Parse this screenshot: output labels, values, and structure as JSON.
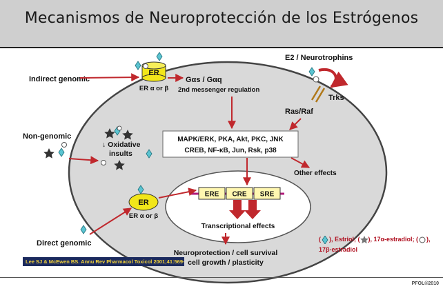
{
  "title": "Mecanismos de Neuroprotección de los Estrógenos",
  "pathways": {
    "indirect_genomic": "Indirect genomic",
    "non_genomic": "Non-genomic",
    "direct_genomic": "Direct genomic"
  },
  "receptor": {
    "er_label": "ER",
    "er_subtypes": "ER α or β"
  },
  "second_messenger": {
    "g_proteins": "Gαs / Gαq",
    "regulation": "2nd messenger regulation"
  },
  "neurotrophins": {
    "label": "E2 / Neurotrophins",
    "trks": "Trks",
    "ras_raf": "Ras/Raf"
  },
  "kinases": {
    "line1": "MAPK/ERK, PKA, Akt, PKC, JNK",
    "line2": "CREB, NF-κB, Jun, Rsk, p38"
  },
  "oxidative": {
    "line1": "↓ Oxidative",
    "line2": "insults"
  },
  "other_effects": "Other effects",
  "response_elements": [
    "ERE",
    "CRE",
    "SRE"
  ],
  "transcriptional_effects": "Transcriptional effects",
  "outcome": {
    "line1": "Neuroprotection / cell survival",
    "line2": "cell growth / plasticity"
  },
  "legend": {
    "estriol": "), Estriol; (",
    "estradiol_17a": "), 17α-estradiol; (",
    "estradiol_17b": "), 17β-estradiol"
  },
  "citation": "Lee SJ & McEwen BS. Annu Rev Pharmacol Toxicol 2001;41:569–91",
  "credit": "PFOL©2010",
  "colors": {
    "cell_fill": "#d9d9d9",
    "arrow_red": "#c0282d",
    "er_yellow": "#f2e61a",
    "diamond_cyan": "#5bc4d1",
    "legend_red": "#b01020"
  }
}
